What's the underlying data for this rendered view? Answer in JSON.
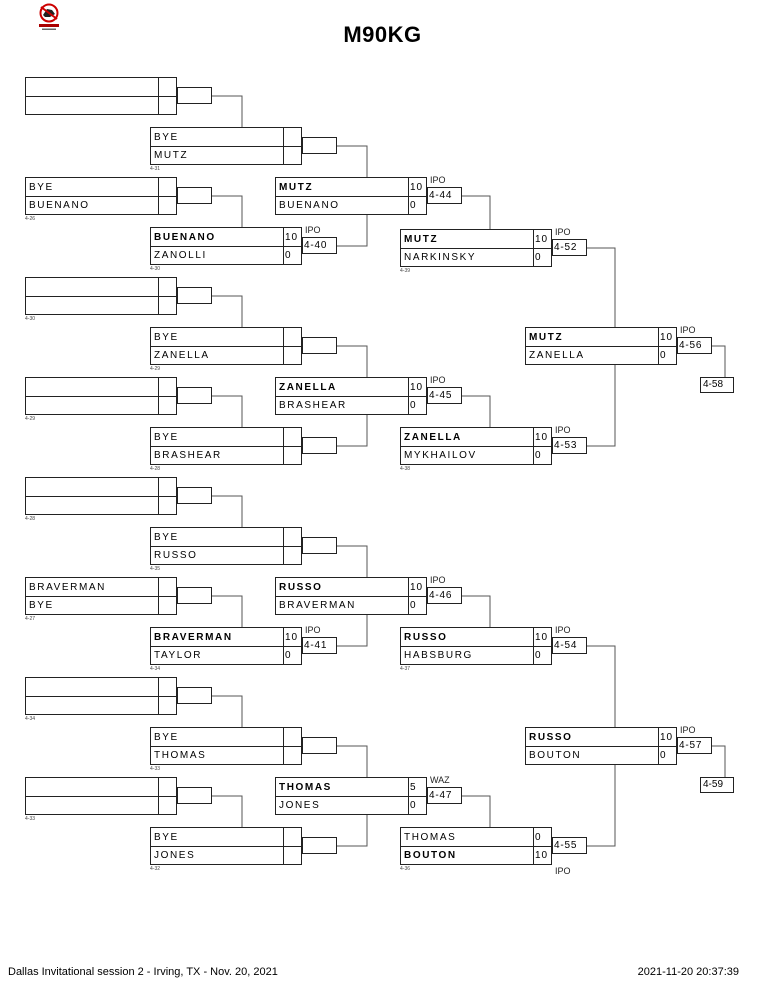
{
  "header": {
    "logo": "tournament-logo",
    "title": "M90KG"
  },
  "round1": [
    {
      "top": "",
      "bottom": "",
      "top_score": "",
      "bottom_score": "",
      "bout": ""
    },
    {
      "top": "BYE",
      "bottom": "BUENANO",
      "top_score": "",
      "bottom_score": "",
      "bout": "4-26"
    },
    {
      "top": "",
      "bottom": "",
      "top_score": "",
      "bottom_score": "",
      "bout": "4-30"
    },
    {
      "top": "",
      "bottom": "",
      "top_score": "",
      "bottom_score": "",
      "bout": "4-29"
    },
    {
      "top": "",
      "bottom": "",
      "top_score": "",
      "bottom_score": "",
      "bout": "4-28"
    },
    {
      "top": "BRAVERMAN",
      "bottom": "BYE",
      "top_score": "",
      "bottom_score": "",
      "bout": "4-27"
    },
    {
      "top": "",
      "bottom": "",
      "top_score": "",
      "bottom_score": "",
      "bout": "4-34"
    },
    {
      "top": "",
      "bottom": "",
      "top_score": "",
      "bottom_score": "",
      "bout": "4-33"
    }
  ],
  "round2": [
    {
      "top": "BYE",
      "bottom": "MUTZ",
      "top_score": "",
      "bottom_score": "",
      "bout": "4-31",
      "winner": ""
    },
    {
      "top": "BUENANO",
      "bottom": "ZANOLLI",
      "top_score": "10",
      "bottom_score": "0",
      "bout": "4-30",
      "winner": "top",
      "result": "4-40",
      "win_type": "IPO"
    },
    {
      "top": "BYE",
      "bottom": "ZANELLA",
      "top_score": "",
      "bottom_score": "",
      "bout": "4-29",
      "winner": ""
    },
    {
      "top": "BYE",
      "bottom": "BRASHEAR",
      "top_score": "",
      "bottom_score": "",
      "bout": "4-28",
      "winner": ""
    },
    {
      "top": "BYE",
      "bottom": "RUSSO",
      "top_score": "",
      "bottom_score": "",
      "bout": "4-35",
      "winner": ""
    },
    {
      "top": "BRAVERMAN",
      "bottom": "TAYLOR",
      "top_score": "10",
      "bottom_score": "0",
      "bout": "4-34",
      "winner": "top",
      "result": "4-41",
      "win_type": "IPO"
    },
    {
      "top": "BYE",
      "bottom": "THOMAS",
      "top_score": "",
      "bottom_score": "",
      "bout": "4-33",
      "winner": ""
    },
    {
      "top": "BYE",
      "bottom": "JONES",
      "top_score": "",
      "bottom_score": "",
      "bout": "4-32",
      "winner": ""
    }
  ],
  "round3": [
    {
      "top": "MUTZ",
      "bottom": "BUENANO",
      "top_score": "10",
      "bottom_score": "0",
      "winner": "top",
      "result": "4-44",
      "win_type": "IPO"
    },
    {
      "top": "ZANELLA",
      "bottom": "BRASHEAR",
      "top_score": "10",
      "bottom_score": "0",
      "winner": "top",
      "result": "4-45",
      "win_type": "IPO"
    },
    {
      "top": "RUSSO",
      "bottom": "BRAVERMAN",
      "top_score": "10",
      "bottom_score": "0",
      "winner": "top",
      "result": "4-46",
      "win_type": "IPO"
    },
    {
      "top": "THOMAS",
      "bottom": "JONES",
      "top_score": "5",
      "bottom_score": "0",
      "winner": "top",
      "result": "4-47",
      "win_type": "WAZ"
    }
  ],
  "round4": [
    {
      "top": "MUTZ",
      "bottom": "NARKINSKY",
      "top_score": "10",
      "bottom_score": "0",
      "bout": "4-39",
      "winner": "top",
      "result": "4-52",
      "win_type": "IPO"
    },
    {
      "top": "ZANELLA",
      "bottom": "MYKHAILOV",
      "top_score": "10",
      "bottom_score": "0",
      "bout": "4-38",
      "winner": "top",
      "result": "4-53",
      "win_type": "IPO"
    },
    {
      "top": "RUSSO",
      "bottom": "HABSBURG",
      "top_score": "10",
      "bottom_score": "0",
      "bout": "4-37",
      "winner": "top",
      "result": "4-54",
      "win_type": "IPO"
    },
    {
      "top": "THOMAS",
      "bottom": "BOUTON",
      "top_score": "0",
      "bottom_score": "10",
      "bout": "4-36",
      "winner": "bottom",
      "result": "4-55",
      "win_type": "IPO"
    }
  ],
  "round5": [
    {
      "top": "MUTZ",
      "bottom": "ZANELLA",
      "top_score": "10",
      "bottom_score": "0",
      "winner": "top",
      "result": "4-56",
      "win_type": "IPO",
      "next": "4-58"
    },
    {
      "top": "RUSSO",
      "bottom": "BOUTON",
      "top_score": "10",
      "bottom_score": "0",
      "winner": "top",
      "result": "4-57",
      "win_type": "IPO",
      "next": "4-59"
    }
  ],
  "footer": {
    "event": "Dallas Invitational session 2 - Irving, TX - Nov. 20, 2021",
    "timestamp": "2021-11-20 20:37:39"
  }
}
